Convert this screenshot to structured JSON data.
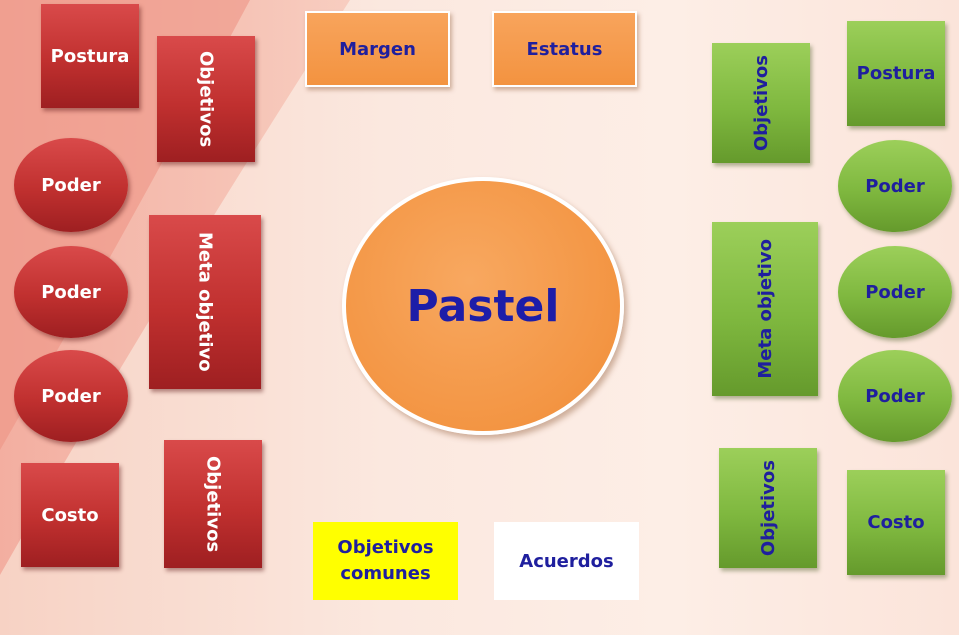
{
  "center": {
    "label": "Pastel"
  },
  "top": {
    "margen": "Margen",
    "estatus": "Estatus"
  },
  "bottom": {
    "objetivos_comunes_line1": "Objetivos",
    "objetivos_comunes_line2": "comunes",
    "acuerdos": "Acuerdos"
  },
  "left": {
    "postura": "Postura",
    "objetivos_top": "Objetivos",
    "poder_1": "Poder",
    "meta_objetivo": "Meta objetivo",
    "poder_2": "Poder",
    "poder_3": "Poder",
    "costo": "Costo",
    "objetivos_bottom": "Objetivos"
  },
  "right": {
    "objetivos_top": "Objetivos",
    "postura": "Postura",
    "poder_1": "Poder",
    "meta_objetivo": "Meta objetivo",
    "poder_2": "Poder",
    "poder_3": "Poder",
    "objetivos_bottom": "Objetivos",
    "costo": "Costo"
  },
  "colors": {
    "left_party": "#c0302f",
    "right_party": "#7fb83f",
    "shared": "#f39340",
    "common": "#ffff00",
    "text_blue": "#1f1f9e"
  }
}
